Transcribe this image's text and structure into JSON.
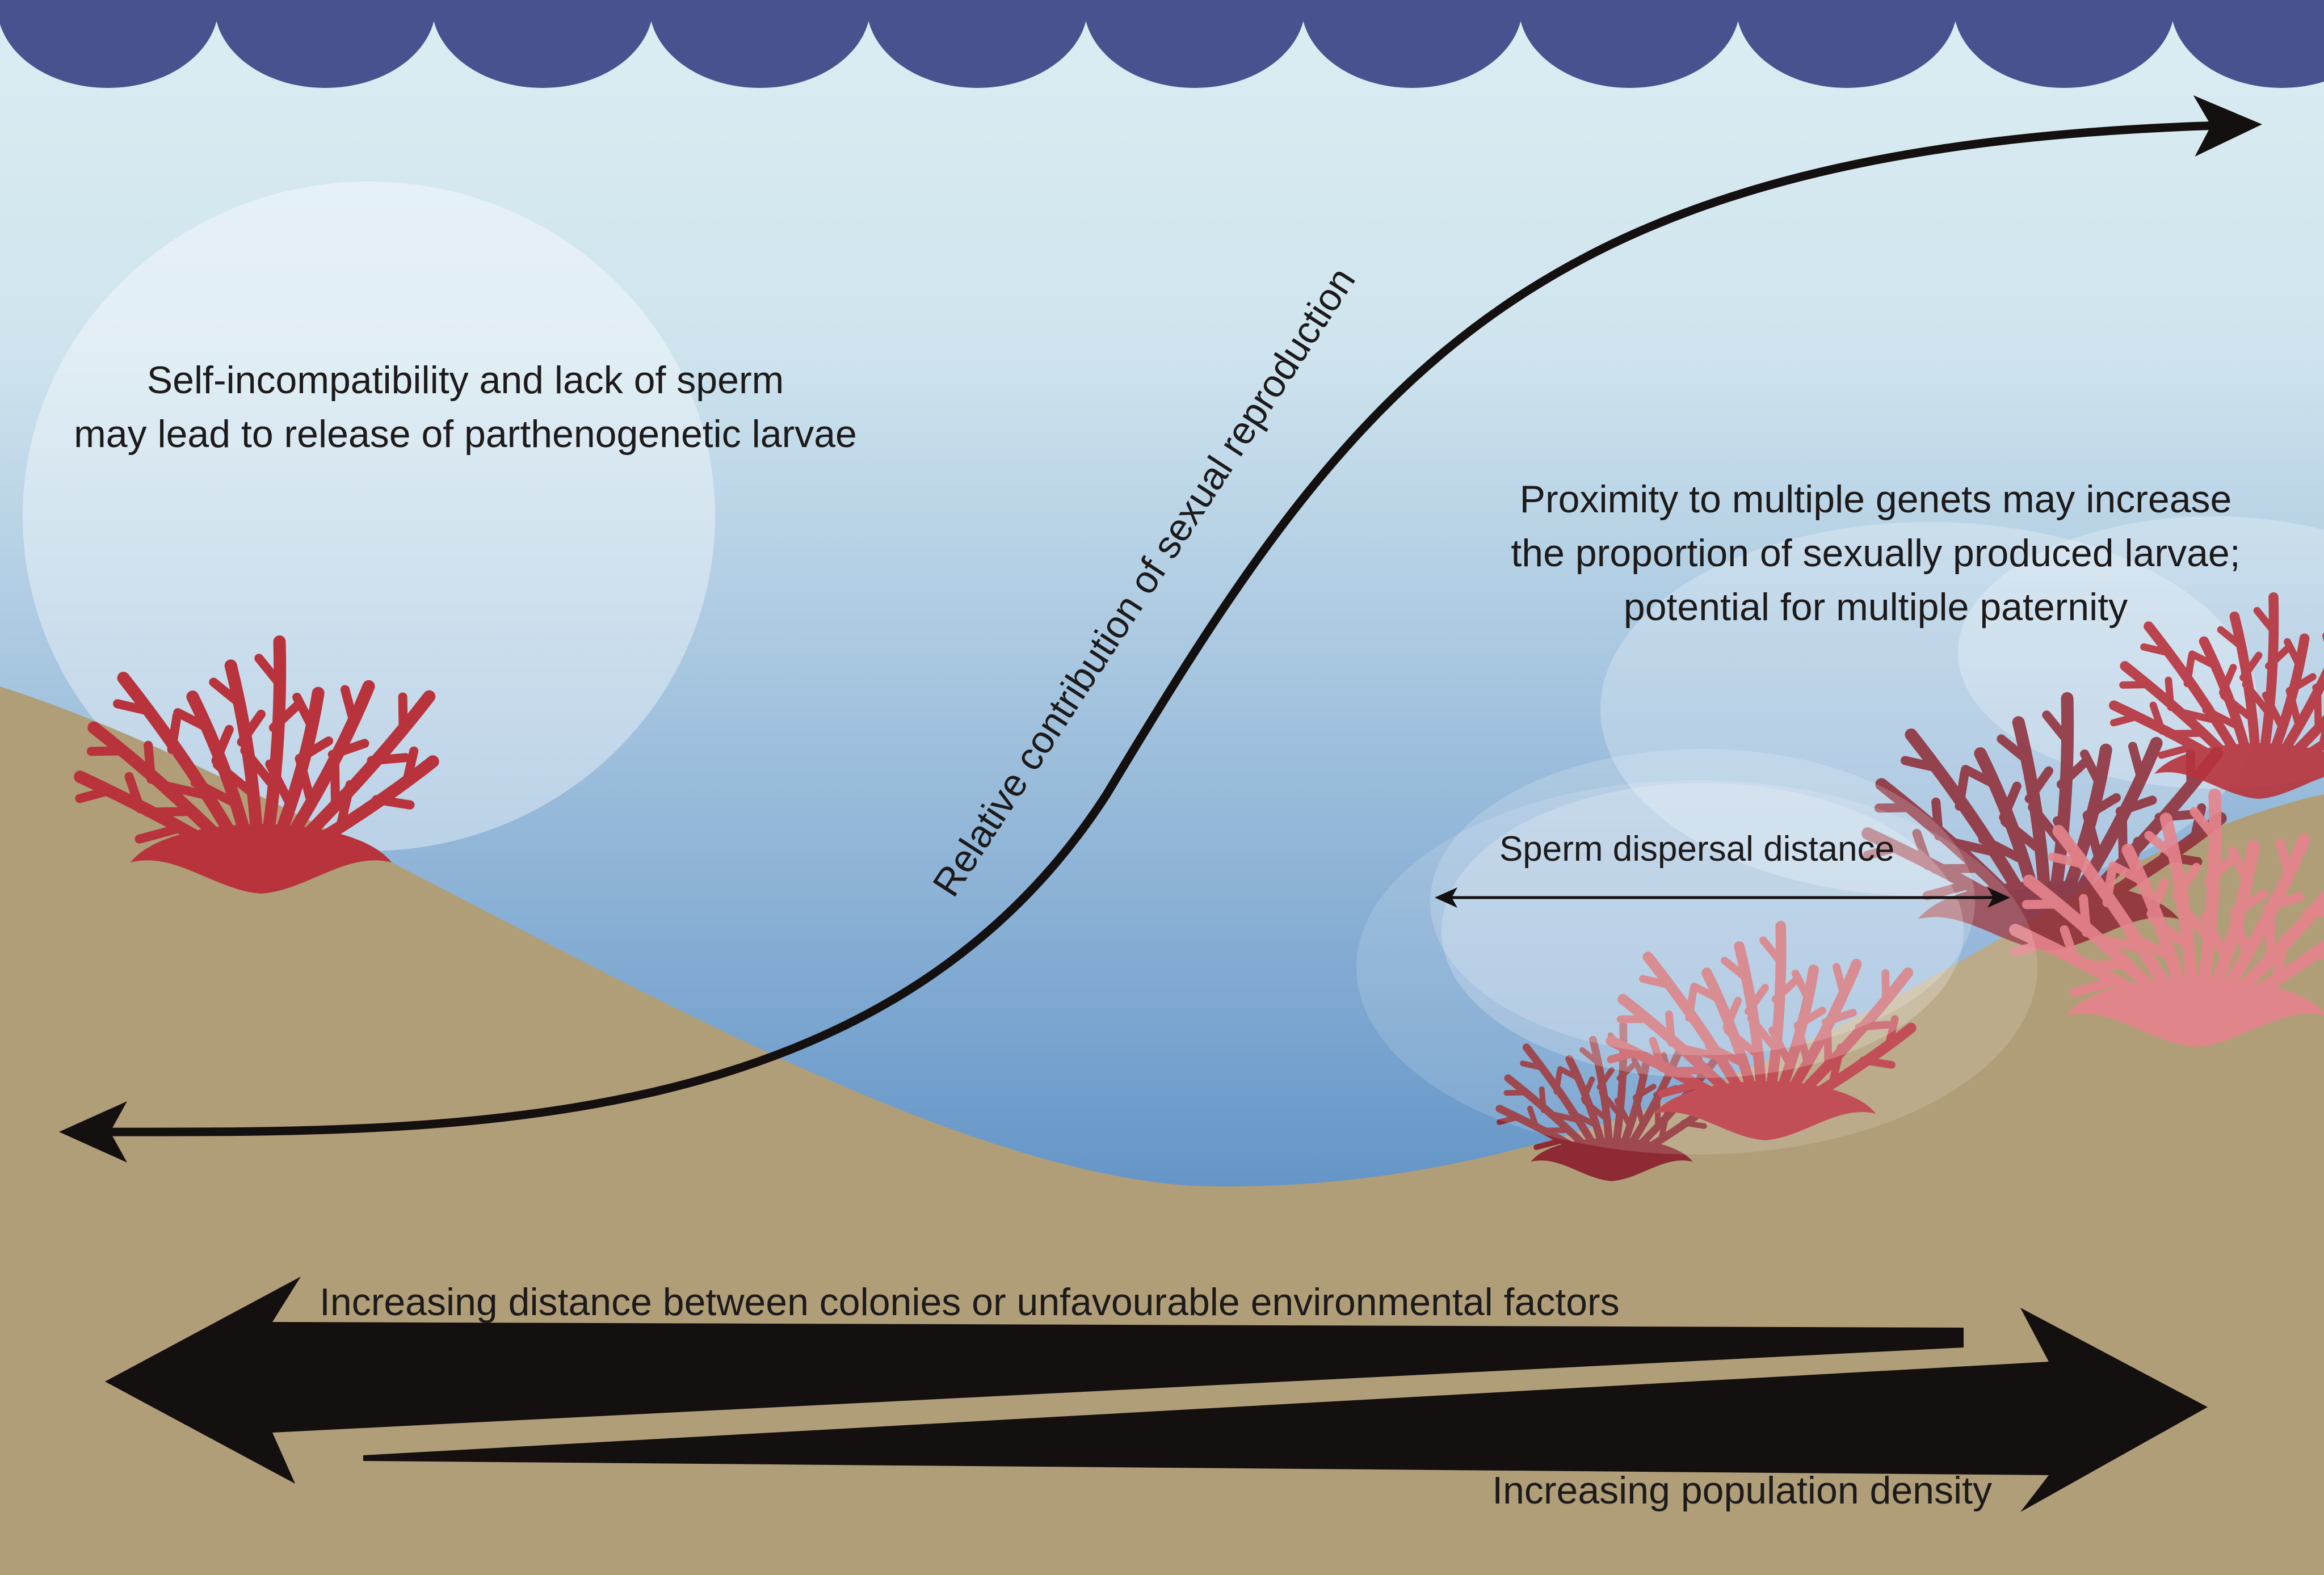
{
  "labels": {
    "self_incompat_line1": "Self-incompatibility and lack of sperm",
    "self_incompat_line2": "may lead to release of parthenogenetic larvae",
    "proximity_line1": "Proximity to multiple genets may increase",
    "proximity_line2": "the proportion of sexually produced larvae;",
    "proximity_line3": "potential for multiple paternity",
    "curve_label": "Relative contribution of sexual reproduction",
    "sperm_dispersal": "Sperm dispersal distance",
    "distance_factors": "Increasing distance between colonies or unfavourable environmental factors",
    "population_density": "Increasing population density"
  },
  "icons": {
    "coral": "branching-coral-icon",
    "wave": "wave-icon",
    "arrow": "arrow-icon"
  },
  "colors": {
    "wave": "#48528f",
    "water_top": "#dbecf1",
    "water_bottom": "#5a8ec4",
    "seabed": "#b09e78",
    "arrow": "#141010",
    "coral_front": "#b8333c",
    "coral_back": "#8e2a34",
    "coral_pink": "#e6848c"
  }
}
